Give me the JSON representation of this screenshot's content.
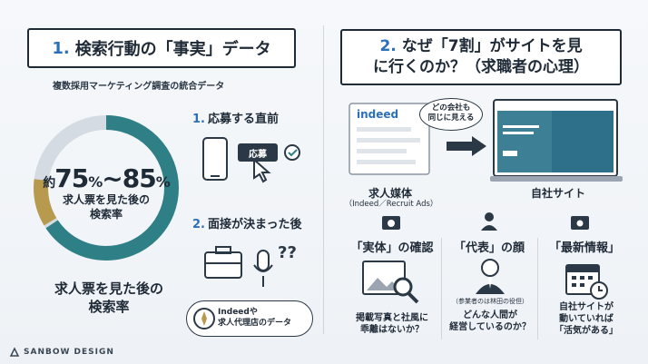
{
  "left": {
    "title_num": "1.",
    "title_text": "検索行動の「事実」データ",
    "subtitle": "複数採用マーケティング調査の統合データ",
    "stat_prefix": "約",
    "stat_from": "75",
    "stat_to": "85",
    "stat_unit": "%",
    "stat_sep": "~",
    "stat_caption_1": "求人票を見た後の",
    "stat_caption_2": "検索率",
    "donut_fraction": 0.8,
    "caption_1": "求人票を見た後の",
    "caption_2": "検索率",
    "step1_num": "1.",
    "step1_label": "応募する直前",
    "apply_button": "応募",
    "step2_num": "2.",
    "step2_label": "面接が決まった後",
    "source_1": "Indeedや",
    "source_2": "求人代理店のデータ"
  },
  "right": {
    "title_num": "2.",
    "title_line1": "なぜ「7割」がサイトを見",
    "title_line2": "に行くのか？（求職者の心理）",
    "speech_1": "どの会社も",
    "speech_2": "同じに見える",
    "indeed_logo": "indeed",
    "media_label": "求人媒体",
    "media_sub": "（Indeed／Recruit Ads）",
    "site_label": "自社サイト",
    "col1_head": "「実体」の確認",
    "col1_text_1": "掲載写真と社風に",
    "col1_text_2": "乖離はないか？",
    "col2_head": "「代表」の顔",
    "col2_note": "（参業者のは林田の役但）",
    "col2_text_1": "どんな人間が",
    "col2_text_2": "経営しているのか？",
    "col3_head": "「最新情報」",
    "col3_text_1": "自社サイトが",
    "col3_text_2": "動いていれば",
    "col3_text_3": "「活気がある」"
  },
  "footer": {
    "brand": "SANBOW DESIGN"
  },
  "colors": {
    "accent": "#2d6fb8",
    "teal": "#2e7f86",
    "gold": "#b89a4e",
    "gray": "#cfd6de",
    "dark": "#1f2a37"
  }
}
